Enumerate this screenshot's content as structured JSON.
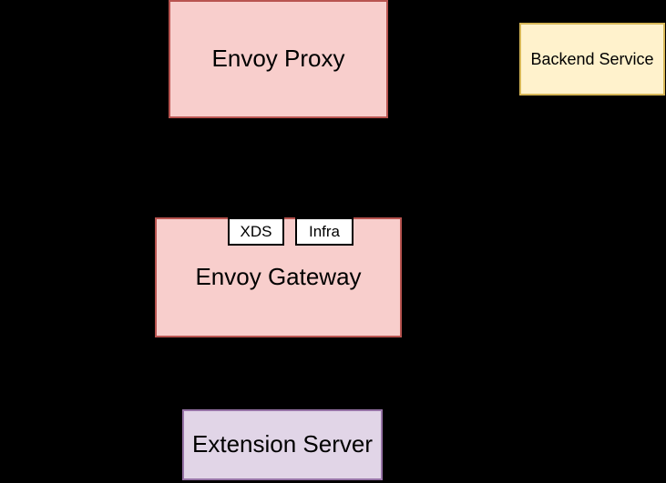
{
  "diagram": {
    "background_color": "#000000",
    "text_color": "#000000",
    "nodes": {
      "envoy_proxy": {
        "label": "Envoy Proxy",
        "fill": "#F8CECC",
        "stroke": "#B85450"
      },
      "backend_service": {
        "label": "Backend Service",
        "fill": "#FFF2CC",
        "stroke": "#D6B656"
      },
      "envoy_gateway": {
        "label": "Envoy Gateway",
        "fill": "#F8CECC",
        "stroke": "#B85450"
      },
      "xds": {
        "label": "XDS",
        "fill": "#FFFFFF",
        "stroke": "#000000"
      },
      "infra": {
        "label": "Infra",
        "fill": "#FFFFFF",
        "stroke": "#000000"
      },
      "extension_server": {
        "label": "Extension Server",
        "fill": "#E1D5E7",
        "stroke": "#9673A6"
      }
    }
  }
}
